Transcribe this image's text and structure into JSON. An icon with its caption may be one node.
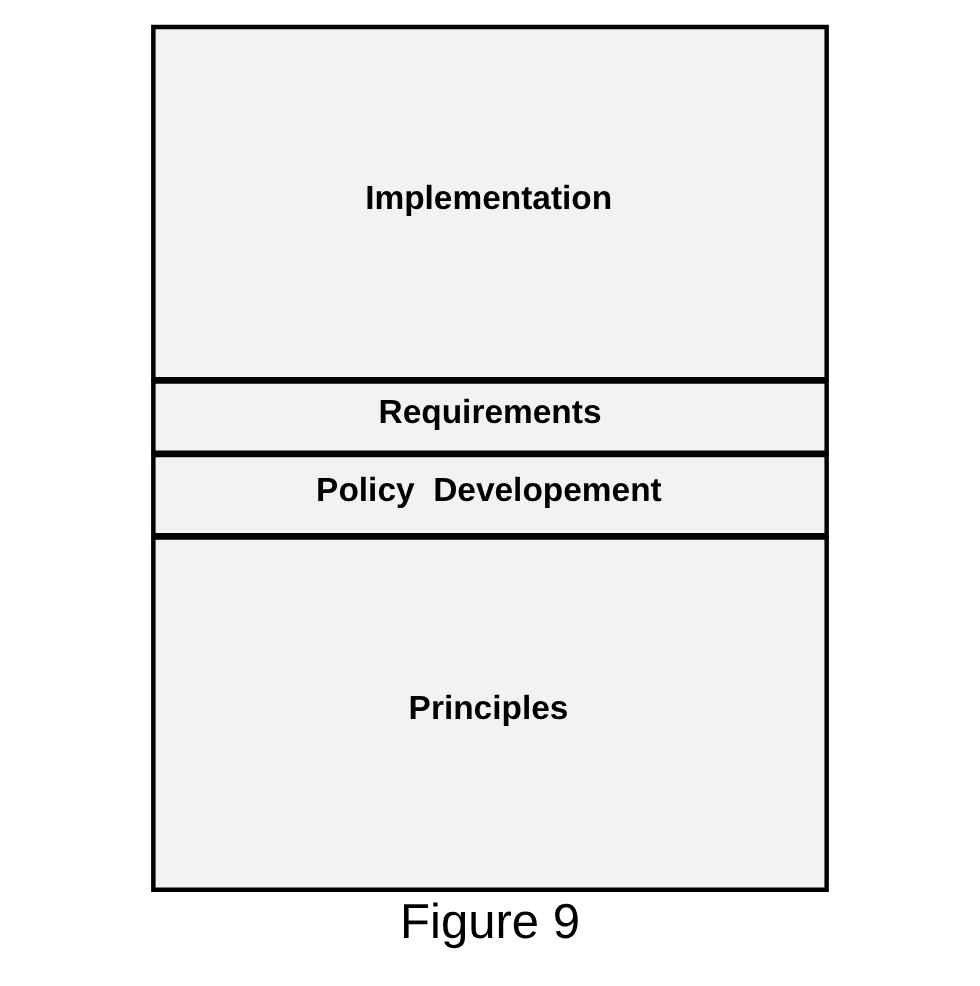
{
  "diagram": {
    "caption": "Figure 9",
    "nodes": [
      {
        "text": [
          "Principles"
        ]
      },
      {
        "text": [
          "Policy  Developement"
        ]
      },
      {
        "text": [
          "Requirements"
        ]
      },
      {
        "text": [
          "Implementation"
        ]
      }
    ]
  }
}
